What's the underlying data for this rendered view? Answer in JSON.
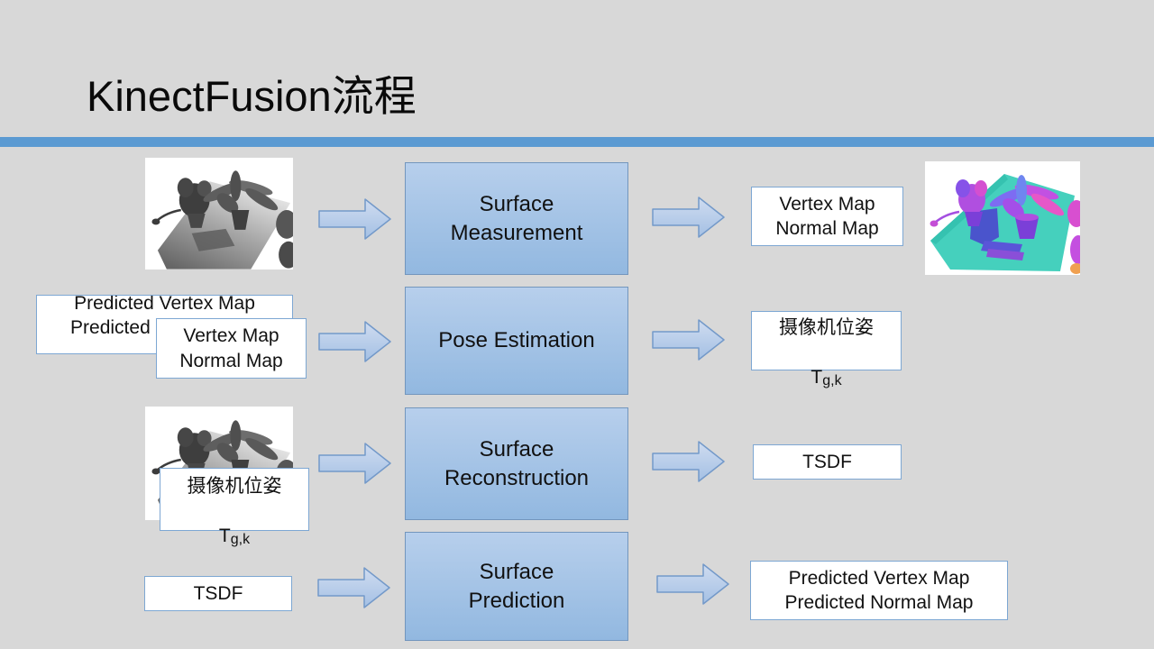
{
  "title": "KinectFusion流程",
  "stages": {
    "s1": "Surface\nMeasurement",
    "s2": "Pose Estimation",
    "s3": "Surface\nReconstruction",
    "s4": "Surface\nPrediction"
  },
  "labels": {
    "vertex_normal_map": "Vertex Map\nNormal Map",
    "predicted_maps": "Predicted Vertex Map\nPredicted Normal Map",
    "camera_pose": "摄像机位姿",
    "pose_var": "T",
    "pose_var_sub": "g,k",
    "tsdf": "TSDF"
  },
  "colors": {
    "background": "#d8d8d8",
    "accent_bar": "#5b9ad2",
    "stage_fill_top": "#b7cfec",
    "stage_fill_bottom": "#92b8e0",
    "stage_border": "#7396bd",
    "arrow_fill_top": "#cfdcf0",
    "arrow_fill_bottom": "#a4c0e4",
    "arrow_border": "#7399c9",
    "label_box_border": "#7da7d3",
    "text": "#0a0a0a"
  }
}
